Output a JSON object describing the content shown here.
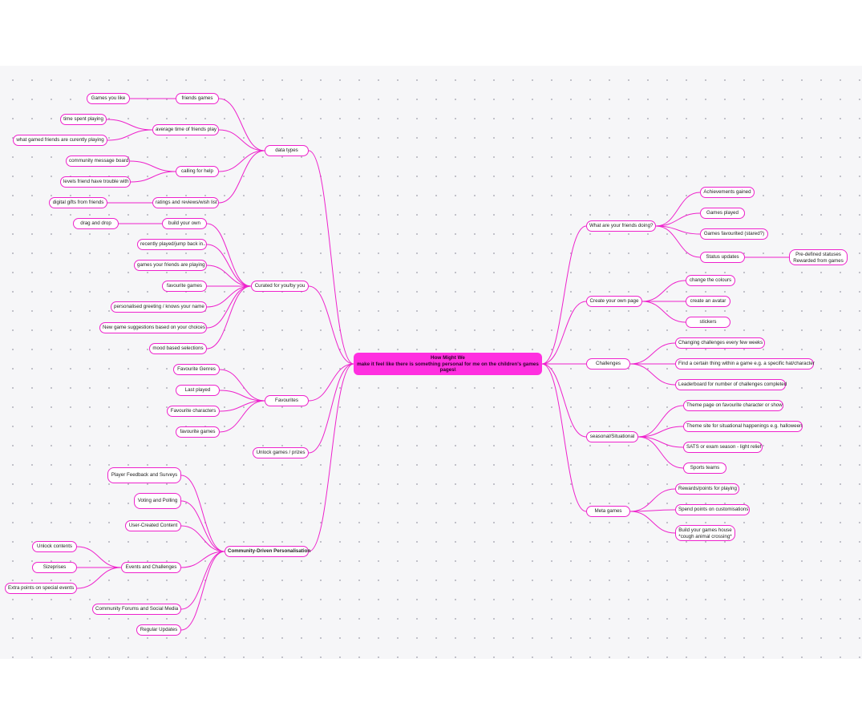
{
  "root": {
    "line1": "How Might We",
    "line2": "make it feel like there is something personal for me on the children's games",
    "line3": "pages\\"
  },
  "colors": {
    "line": "#ee22cc",
    "root_fill": "#ff2fe0",
    "board": "#f6f6f8"
  },
  "left": {
    "data_types": {
      "label": "data types",
      "friends_games": "friends games",
      "games_you_like": "Games you like",
      "average_time": "average time of friends play",
      "time_spent": "time spent playing",
      "what_games": "what gamed friends are curently playing",
      "calling_for_help": "calling for help",
      "community_board": "community message board",
      "levels_trouble": "levels friend have trouble with",
      "ratings": "ratings and reviews/wish list",
      "digital_gifts": "digital gifts from friends"
    },
    "curated": {
      "label": "Curated for you/by you",
      "build_your_own": "build your own",
      "drag_and_drop": "drag and drop",
      "recently_played": "recently played/jump back in..",
      "games_friends": "games your friends are playing",
      "favourite_games": "favourite games",
      "greeting": "personalised greeting / knows your name",
      "suggestions": "New game suggestions based on your choices",
      "mood": "mood based selections"
    },
    "favourites": {
      "label": "Favourites",
      "genres": "Favourite Genres",
      "last_played": "Last played",
      "characters": "Favourite characters",
      "games": "favourite games"
    },
    "unlock": "Unlock games / prizes",
    "community": {
      "label": "Community-Driven Personalisation",
      "feedback": "Player Feedback and Surveys",
      "voting": "Voting and Polling",
      "ugc": "User-Created Content",
      "events": "Events and Challenges",
      "unlock_contents": "Unlock contents",
      "sizeprises": "Sizeprises",
      "extra_points": "Extra points on special events",
      "forums": "Community Forums and Social Media",
      "updates": "Regular Updates"
    }
  },
  "right": {
    "friends_doing": {
      "label": "What are your friends doing?",
      "achievements": "Achievements gained",
      "games_played": "Games played",
      "games_fav": "Games favourited (stared?)",
      "status": "Status updates",
      "predefined": "Pre-defined statuses\nRewarded from games"
    },
    "create_page": {
      "label": "Create your own page",
      "colours": "change the colours",
      "avatar": "create an avatar",
      "stickers": "stickers"
    },
    "challenges": {
      "label": "Challenges",
      "changing": "Changing challenges every few weeks",
      "find": "Find a certain thing within a game e.g. a specific hat/character",
      "leaderboard": "Leaderboard for number of challenges completed"
    },
    "seasonal": {
      "label": "seasonal/Situational",
      "theme_page": "Theme page on favourite character or show",
      "theme_site": "Theme site for situational happenings e.g. halloween",
      "sats": "SATS or exam season - light relief",
      "sports": "Sports teams"
    },
    "meta": {
      "label": "Meta games",
      "rewards": "Rewards/points for playing",
      "spend": "Spend points on customisations",
      "build_house": "Build your games house\n*cough animal crossing*"
    }
  }
}
